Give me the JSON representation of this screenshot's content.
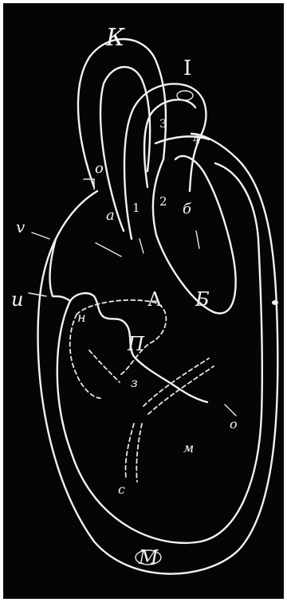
{
  "figure": {
    "labels": {
      "K": "К",
      "I": "I",
      "A": "А",
      "B": "Б",
      "P": "П",
      "M": "М",
      "a": "a",
      "b": "б",
      "o_top": "o",
      "v": "v",
      "u": "u",
      "n": "н",
      "z": "з",
      "o_right": "o",
      "m": "м",
      "s": "c",
      "one": "1",
      "two": "2",
      "three": "3",
      "four": "4"
    },
    "colors": {
      "background": "#050505",
      "line": "#f2f2f2",
      "plate": "#ffffff"
    }
  }
}
